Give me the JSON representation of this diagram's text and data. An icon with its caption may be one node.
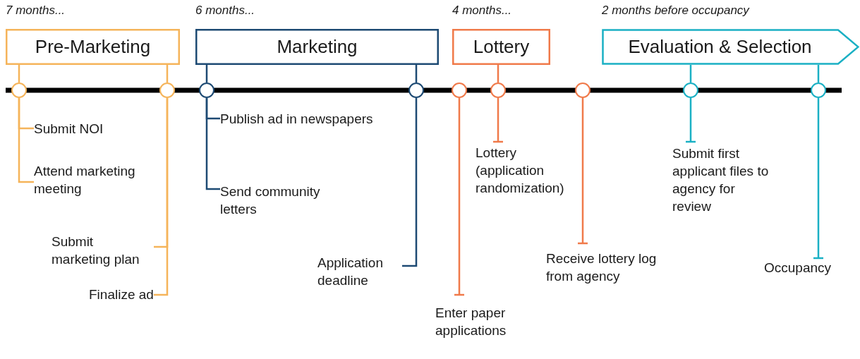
{
  "diagram": {
    "nodes": [
      {
        "text": [
          "Pre-Marketing"
        ],
        "beside": [
          "7 months..."
        ]
      },
      {
        "text": [
          "Marketing"
        ],
        "beside": [
          "6 months..."
        ]
      },
      {
        "text": [
          "Lottery"
        ],
        "beside": [
          "4 months..."
        ]
      },
      {
        "text": [
          "Evaluation & Selection"
        ],
        "beside": [
          "2 months before occupancy"
        ]
      },
      {
        "text": [],
        "shape": "circle"
      },
      {
        "text": [],
        "shape": "circle"
      },
      {
        "text": [],
        "shape": "circle"
      },
      {
        "text": [],
        "shape": "circle"
      },
      {
        "text": [],
        "shape": "circle"
      },
      {
        "text": [],
        "shape": "circle"
      },
      {
        "text": [],
        "shape": "circle"
      },
      {
        "text": [],
        "shape": "circle"
      },
      {
        "text": [],
        "shape": "circle"
      },
      {
        "text": [
          "Submit NOI"
        ]
      },
      {
        "text": [
          "Attend marketing meeting"
        ]
      },
      {
        "text": [
          "Submit marketing plan"
        ]
      },
      {
        "text": [
          "Finalize ad"
        ]
      },
      {
        "text": [
          "Publish ad in newspapers"
        ]
      },
      {
        "text": [
          "Send community letters"
        ]
      },
      {
        "text": [
          "Application deadline"
        ]
      },
      {
        "text": [
          "Enter paper applications"
        ]
      },
      {
        "text": [
          "Lottery (application randomization)"
        ]
      },
      {
        "text": [
          "Receive lottery log from agency"
        ]
      },
      {
        "text": [
          "Submit first applicant files to agency for review"
        ]
      },
      {
        "text": [
          "Occupancy"
        ]
      }
    ],
    "edges": [
      {
        "from": 0,
        "to": 4,
        "arrow": "none",
        "color": "#f5b45a"
      },
      {
        "from": 0,
        "to": 5,
        "arrow": "none",
        "color": "#f5b45a"
      },
      {
        "from": 1,
        "to": 6,
        "arrow": "none",
        "color": "#1d4a73"
      },
      {
        "from": 1,
        "to": 7,
        "arrow": "none",
        "color": "#1d4a73"
      },
      {
        "from": 2,
        "to": 9,
        "arrow": "none",
        "color": "#f07a4a"
      },
      {
        "from": 3,
        "to": 11,
        "arrow": "none",
        "color": "#1ab0c4"
      },
      {
        "from": 3,
        "to": 12,
        "arrow": "none",
        "color": "#1ab0c4"
      },
      {
        "from": 4,
        "to": 13,
        "arrow": "none",
        "color": "#f5b45a"
      },
      {
        "from": 4,
        "to": 14,
        "arrow": "none",
        "color": "#f5b45a"
      },
      {
        "from": 5,
        "to": 15,
        "arrow": "none",
        "color": "#f5b45a"
      },
      {
        "from": 5,
        "to": 16,
        "arrow": "none",
        "color": "#f5b45a"
      },
      {
        "from": 6,
        "to": 17,
        "arrow": "none",
        "color": "#1d4a73"
      },
      {
        "from": 6,
        "to": 18,
        "arrow": "none",
        "color": "#1d4a73"
      },
      {
        "from": 7,
        "to": 19,
        "arrow": "none",
        "color": "#1d4a73"
      },
      {
        "from": 8,
        "to": 20,
        "arrow": "other",
        "color": "#f07a4a"
      },
      {
        "from": 9,
        "to": 21,
        "arrow": "other",
        "color": "#f07a4a"
      },
      {
        "from": 10,
        "to": 22,
        "arrow": "other",
        "color": "#f07a4a"
      },
      {
        "from": 11,
        "to": 23,
        "arrow": "other",
        "color": "#1ab0c4"
      },
      {
        "from": 12,
        "to": 24,
        "arrow": "other",
        "color": "#1ab0c4"
      }
    ]
  }
}
